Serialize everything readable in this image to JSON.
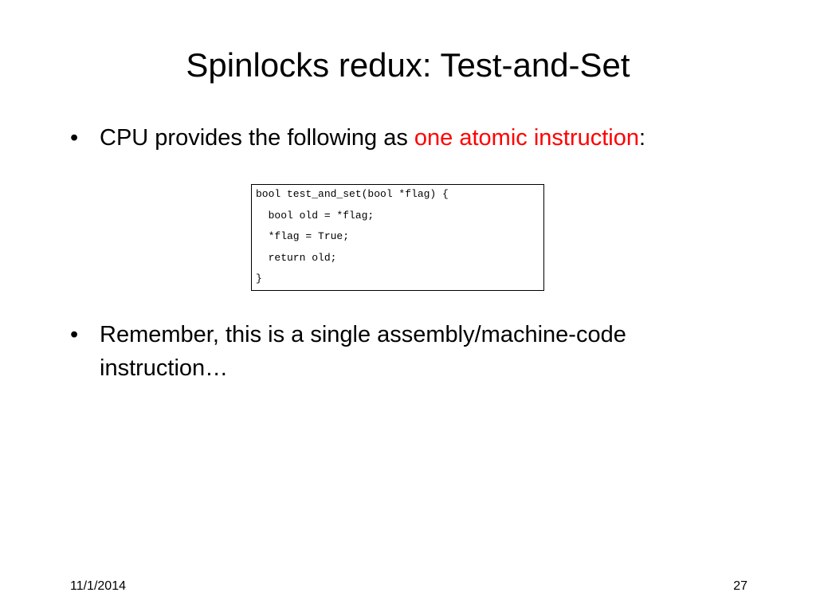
{
  "slide": {
    "title": "Spinlocks redux: Test-and-Set",
    "bullets": [
      {
        "marker": "•",
        "text_before": "CPU provides the following as ",
        "highlight": "one atomic instruction",
        "text_after": ":"
      },
      {
        "marker": "•",
        "text": "Remember, this is a single assembly/machine-code instruction…"
      }
    ],
    "code_lines": [
      "bool test_and_set(bool *flag) {",
      "  bool old = *flag;",
      "  *flag = True;",
      "  return old;",
      "}"
    ],
    "highlight_color": "#ff0000",
    "footer": {
      "date": "11/1/2014",
      "page_number": "27"
    }
  }
}
